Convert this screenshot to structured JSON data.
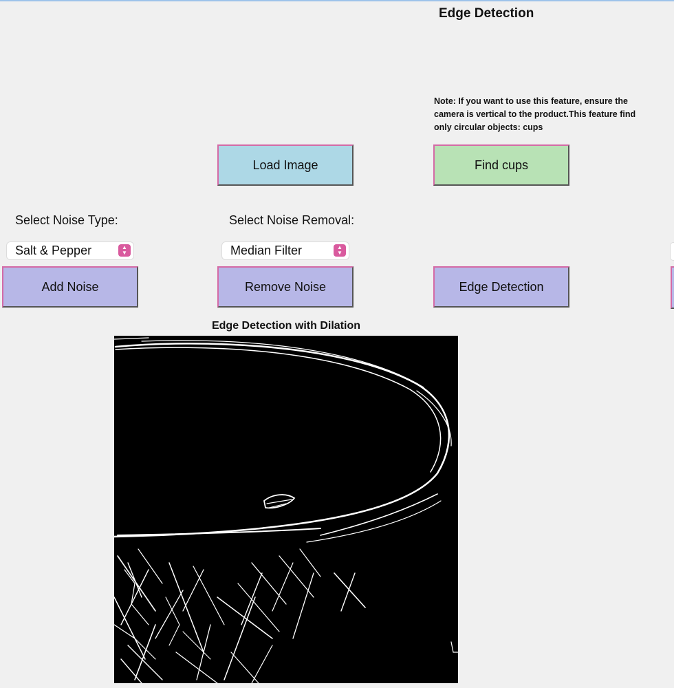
{
  "app": {
    "title": "Edge Detection",
    "note": "Note: If you want to use this feature, ensure the\ncamera is vertical to the product.This feature find\nonly circular objects: cups"
  },
  "buttons": {
    "load_image": "Load Image",
    "find_cups": "Find cups",
    "add_noise": "Add Noise",
    "remove_noise": "Remove Noise",
    "edge_detection": "Edge Detection"
  },
  "noise": {
    "type_label": "Select Noise Type:",
    "type_selected": "Salt & Pepper",
    "removal_label": "Select Noise Removal:",
    "removal_selected": "Median Filter"
  },
  "plot": {
    "title": "Edge Detection with Dilation"
  },
  "colors": {
    "background": "#f0f0f0",
    "button_blue": "#add8e6",
    "button_green": "#b8e2b5",
    "button_purple": "#b7b7e7",
    "accent": "#d95a9e"
  }
}
